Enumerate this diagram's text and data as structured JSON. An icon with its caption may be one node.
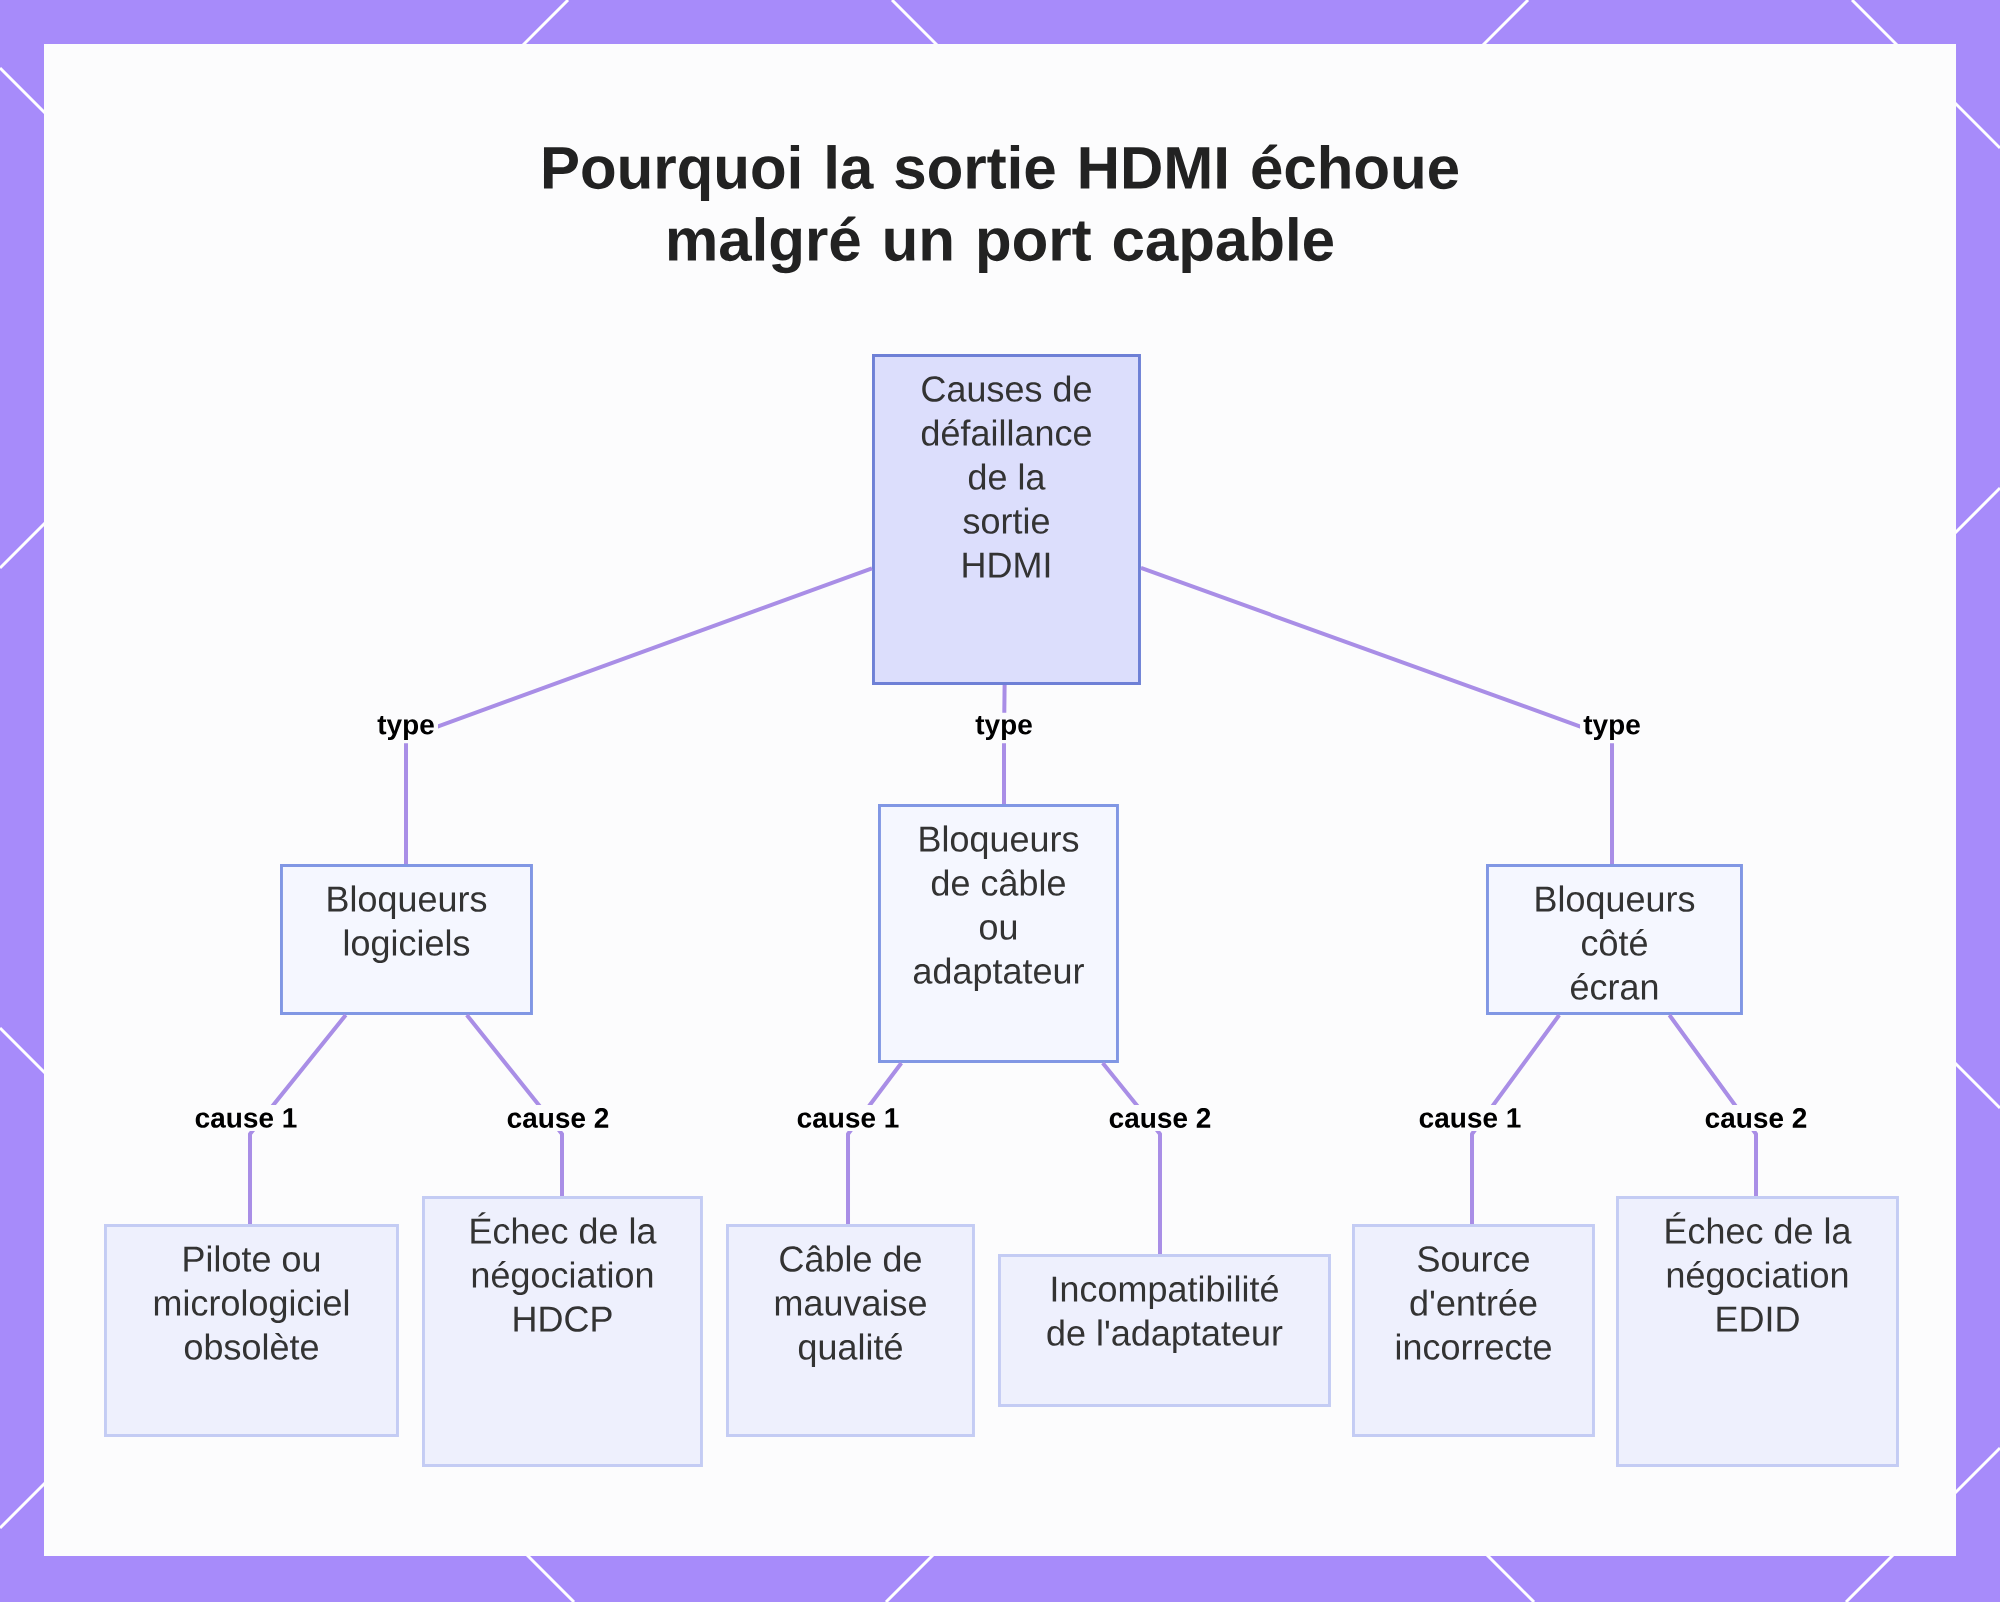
{
  "diagram": {
    "title": "Pourquoi la sortie HDMI échoue malgré un port capable",
    "nodes": [
      {
        "text": [
          "Causes de défaillance de la sortie HDMI"
        ]
      },
      {
        "text": [
          "Bloqueurs logiciels"
        ]
      },
      {
        "text": [
          "Bloqueurs de câble ou adaptateur"
        ]
      },
      {
        "text": [
          "Bloqueurs côté écran"
        ]
      },
      {
        "text": [
          "Pilote ou micrologiciel obsolète"
        ]
      },
      {
        "text": [
          "Échec de la négociation HDCP"
        ]
      },
      {
        "text": [
          "Câble de mauvaise qualité"
        ]
      },
      {
        "text": [
          "Incompatibilité de l'adaptateur"
        ]
      },
      {
        "text": [
          "Source d'entrée incorrecte"
        ]
      },
      {
        "text": [
          "Échec de la négociation EDID"
        ]
      }
    ],
    "edges": [
      {
        "from": 0,
        "to": 1,
        "arrow": "none",
        "label": "type"
      },
      {
        "from": 0,
        "to": 2,
        "arrow": "none",
        "label": "type"
      },
      {
        "from": 0,
        "to": 3,
        "arrow": "none",
        "label": "type"
      },
      {
        "from": 1,
        "to": 4,
        "arrow": "none",
        "label": "cause 1"
      },
      {
        "from": 1,
        "to": 5,
        "arrow": "none",
        "label": "cause 2"
      },
      {
        "from": 2,
        "to": 6,
        "arrow": "none",
        "label": "cause 1"
      },
      {
        "from": 2,
        "to": 7,
        "arrow": "none",
        "label": "cause 2"
      },
      {
        "from": 3,
        "to": 8,
        "arrow": "none",
        "label": "cause 1"
      },
      {
        "from": 3,
        "to": 9,
        "arrow": "none",
        "label": "cause 2"
      }
    ]
  }
}
